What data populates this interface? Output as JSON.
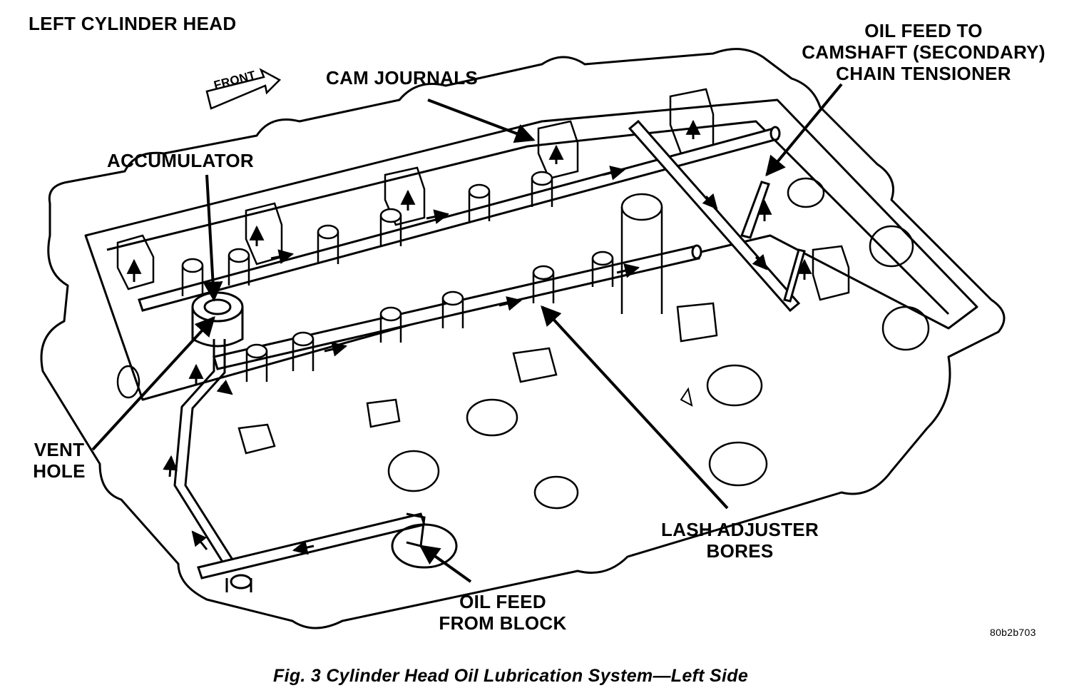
{
  "diagram": {
    "heading": "LEFT CYLINDER HEAD",
    "front_marker": "FRONT",
    "labels": {
      "cam_journals": "CAM JOURNALS",
      "oil_feed_tensioner": [
        "OIL FEED TO",
        "CAMSHAFT (SECONDARY)",
        "CHAIN TENSIONER"
      ],
      "accumulator": "ACCUMULATOR",
      "vent_hole": [
        "VENT",
        "HOLE"
      ],
      "lash_adjuster_bores": [
        "LASH ADJUSTER",
        "BORES"
      ],
      "oil_feed_block": [
        "OIL FEED",
        "FROM BLOCK"
      ]
    },
    "figure_id": "80b2b703",
    "caption": "Fig. 3 Cylinder Head Oil Lubrication System—Left Side"
  }
}
